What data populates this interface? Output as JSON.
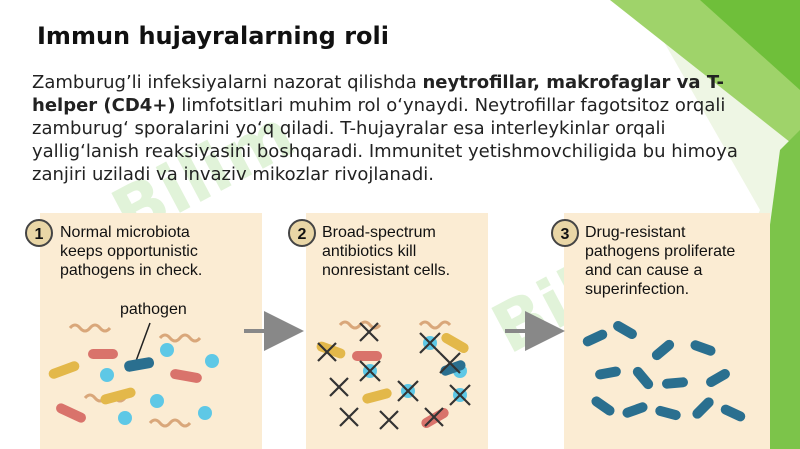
{
  "slide": {
    "title": "Immun hujayralarning roli",
    "paragraph": {
      "part1": "Zamburug’li infeksiyalarni nazorat qilishda ",
      "bold": "neytrofillar, makrofaglar va T-helper (CD4+)",
      "part2": " limfotsitlari muhim rol o‘ynaydi. Neytrofillar fagotsitoz orqali zamburug‘ sporalarini yo‘q qiladi. T-hujayralar esa interleykinlar orqali yallig‘lanish reaksiyasini boshqaradi. Immunitet yetishmovchiligida bu himoya zanjiri uziladi va invaziv mikozlar rivojlanadi."
    },
    "watermark": "Bilim"
  },
  "figure": {
    "steps": [
      {
        "number": "1",
        "text_lines": [
          "Normal microbiota",
          "keeps opportunistic",
          "pathogens in check."
        ]
      },
      {
        "number": "2",
        "text_lines": [
          "Broad-spectrum",
          "antibiotics kill",
          "nonresistant cells."
        ]
      },
      {
        "number": "3",
        "text_lines": [
          "Drug-resistant",
          "pathogens proliferate",
          "and can cause a",
          "superinfection."
        ]
      }
    ],
    "pathogen_label": "pathogen",
    "colors": {
      "panel_bg": "#fbecd3",
      "pathogen": "#2a6f8f",
      "coccus": "#5ec8e6",
      "rod_red": "#d9736b",
      "rod_yellow": "#e3b84a",
      "spiral": "#d9a77a",
      "arrow": "#888888",
      "green_accent": "#6fbf3a"
    }
  }
}
